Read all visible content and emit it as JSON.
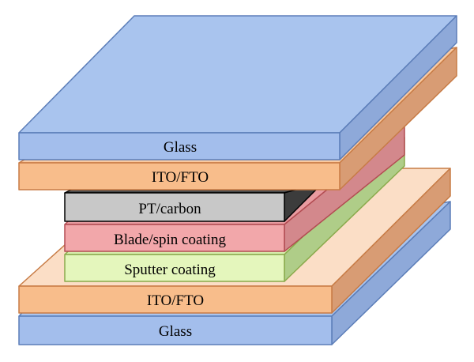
{
  "diagram": {
    "layers": [
      {
        "id": "top-glass",
        "label": "Glass",
        "colors": {
          "top": "#A9C4EE",
          "front": "#A3BEEC",
          "side": "#8EA9D9",
          "stroke": "#5B7DB8"
        }
      },
      {
        "id": "top-ito",
        "label": "ITO/FTO",
        "colors": {
          "top": "#F9C9A0",
          "front": "#F8BD8B",
          "side": "#D89C74",
          "stroke": "#C77B45"
        }
      },
      {
        "id": "pt-carbon",
        "label": "PT/carbon",
        "colors": {
          "top": "#4A4A4A",
          "front": "#C8C8C8",
          "side": "#3C3C3C",
          "stroke": "#000000"
        }
      },
      {
        "id": "blade-spin",
        "label": "Blade/spin coating",
        "colors": {
          "top": "#E89BA0",
          "front": "#F2A7AA",
          "side": "#D3888C",
          "stroke": "#B24C52"
        }
      },
      {
        "id": "sputter",
        "label": "Sputter coating",
        "colors": {
          "top": "#D8EFAE",
          "front": "#E4F6BC",
          "side": "#AFCD88",
          "stroke": "#8AAA4C"
        }
      },
      {
        "id": "bottom-ito",
        "label": "ITO/FTO",
        "colors": {
          "top": "#FBDEC6",
          "front": "#F8BD8B",
          "side": "#D89C74",
          "stroke": "#C77B45"
        }
      },
      {
        "id": "bottom-glass",
        "label": "Glass",
        "colors": {
          "top": "#A9C4EE",
          "front": "#A3BEEC",
          "side": "#8EA9D9",
          "stroke": "#5B7DB8"
        }
      }
    ]
  }
}
